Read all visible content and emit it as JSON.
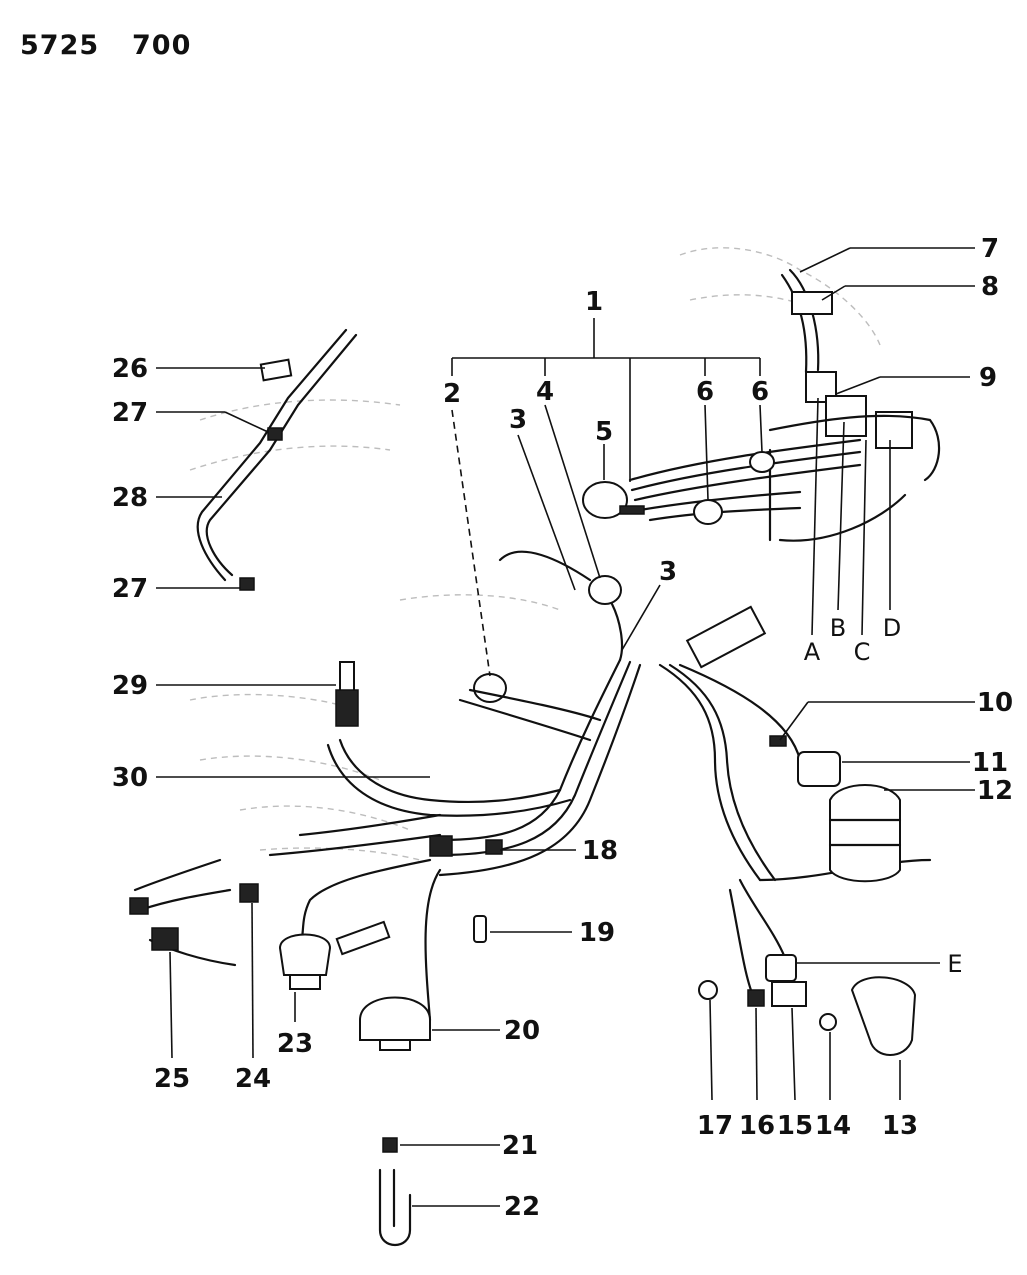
{
  "header": {
    "part_number": "5725",
    "group_number": "700"
  },
  "callouts": [
    {
      "id": "c1",
      "label": "1"
    },
    {
      "id": "c2",
      "label": "2"
    },
    {
      "id": "c3a",
      "label": "3"
    },
    {
      "id": "c3b",
      "label": "3"
    },
    {
      "id": "c4",
      "label": "4"
    },
    {
      "id": "c5",
      "label": "5"
    },
    {
      "id": "c6a",
      "label": "6"
    },
    {
      "id": "c6b",
      "label": "6"
    },
    {
      "id": "c7",
      "label": "7"
    },
    {
      "id": "c8",
      "label": "8"
    },
    {
      "id": "c9",
      "label": "9"
    },
    {
      "id": "c10",
      "label": "10"
    },
    {
      "id": "c11",
      "label": "11"
    },
    {
      "id": "c12",
      "label": "12"
    },
    {
      "id": "c13",
      "label": "13"
    },
    {
      "id": "c14",
      "label": "14"
    },
    {
      "id": "c15",
      "label": "15"
    },
    {
      "id": "c16",
      "label": "16"
    },
    {
      "id": "c17",
      "label": "17"
    },
    {
      "id": "c18",
      "label": "18"
    },
    {
      "id": "c19",
      "label": "19"
    },
    {
      "id": "c20",
      "label": "20"
    },
    {
      "id": "c21",
      "label": "21"
    },
    {
      "id": "c22",
      "label": "22"
    },
    {
      "id": "c23",
      "label": "23"
    },
    {
      "id": "c24",
      "label": "24"
    },
    {
      "id": "c25",
      "label": "25"
    },
    {
      "id": "c26",
      "label": "26"
    },
    {
      "id": "c27a",
      "label": "27"
    },
    {
      "id": "c27b",
      "label": "27"
    },
    {
      "id": "c28",
      "label": "28"
    },
    {
      "id": "c29",
      "label": "29"
    },
    {
      "id": "c30",
      "label": "30"
    }
  ],
  "connection_letters": [
    "A",
    "B",
    "C",
    "D",
    "E"
  ]
}
